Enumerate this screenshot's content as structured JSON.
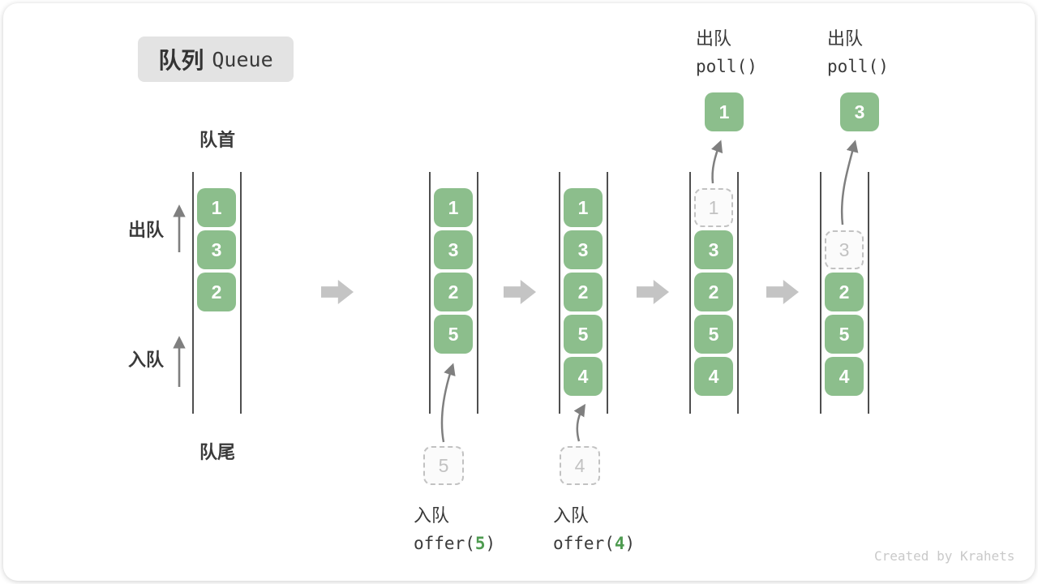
{
  "title": {
    "zh": "队列",
    "en": "Queue"
  },
  "front_label": "队首",
  "rear_label": "队尾",
  "side": {
    "dequeue": "出队",
    "enqueue": "入队"
  },
  "queues": [
    {
      "slots": [
        {
          "value": "1",
          "style": "solid"
        },
        {
          "value": "3",
          "style": "solid"
        },
        {
          "value": "2",
          "style": "solid"
        }
      ]
    },
    {
      "slots": [
        {
          "value": "1",
          "style": "solid"
        },
        {
          "value": "3",
          "style": "solid"
        },
        {
          "value": "2",
          "style": "solid"
        },
        {
          "value": "5",
          "style": "solid"
        }
      ]
    },
    {
      "slots": [
        {
          "value": "1",
          "style": "solid"
        },
        {
          "value": "3",
          "style": "solid"
        },
        {
          "value": "2",
          "style": "solid"
        },
        {
          "value": "5",
          "style": "solid"
        },
        {
          "value": "4",
          "style": "solid"
        }
      ]
    },
    {
      "slots": [
        {
          "value": "1",
          "style": "dashed"
        },
        {
          "value": "3",
          "style": "solid"
        },
        {
          "value": "2",
          "style": "solid"
        },
        {
          "value": "5",
          "style": "solid"
        },
        {
          "value": "4",
          "style": "solid"
        }
      ]
    },
    {
      "slots": [
        {
          "value": "",
          "style": "empty"
        },
        {
          "value": "3",
          "style": "dashed"
        },
        {
          "value": "2",
          "style": "solid"
        },
        {
          "value": "5",
          "style": "solid"
        },
        {
          "value": "4",
          "style": "solid"
        }
      ]
    }
  ],
  "operations": {
    "enqueue": [
      {
        "label": "入队",
        "code_pre": "offer(",
        "arg": "5",
        "code_post": ")",
        "staged_value": "5"
      },
      {
        "label": "入队",
        "code_pre": "offer(",
        "arg": "4",
        "code_post": ")",
        "staged_value": "4"
      }
    ],
    "poll": [
      {
        "label": "出队",
        "code": "poll()",
        "value": "1"
      },
      {
        "label": "出队",
        "code": "poll()",
        "value": "3"
      }
    ]
  },
  "watermark": "Created by Krahets",
  "colors": {
    "box_green": "#8CBE8C",
    "code_green": "#4E9B50",
    "dashed_gray": "#C2C2C2",
    "column_line": "#4F4F4F",
    "thin_arrow": "#7F7F7F",
    "block_arrow": "#C4C4C4",
    "text_dark": "#3A3A3A",
    "badge_bg": "#E3E3E3",
    "watermark_gray": "#C9C9C9"
  }
}
